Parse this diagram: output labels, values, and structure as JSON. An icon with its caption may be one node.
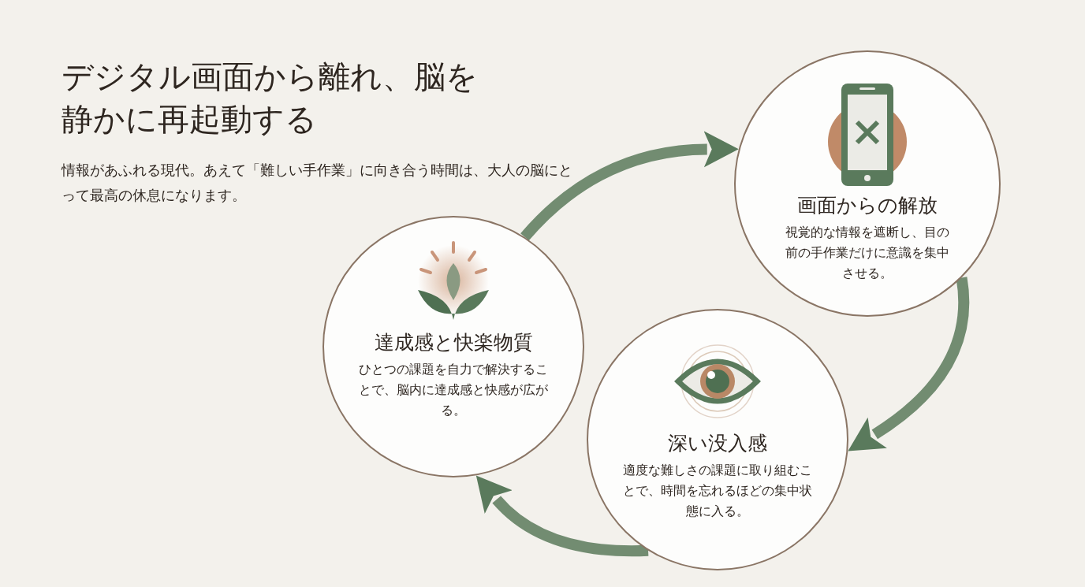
{
  "diagram": {
    "title": "デジタル画面から離れ、脳を静かに再起動する",
    "nodes": [
      {
        "text": [
          "画面からの解放",
          "視覚的な情報を遮断し、目の前の手作業だけに意識を集中させる。"
        ]
      },
      {
        "text": [
          "深い没入感",
          "適度な難しさの課題に取り組むことで、時間を忘れるほどの集中状態に入る。"
        ]
      },
      {
        "text": [
          "達成感と快楽物質",
          "ひとつの課題を自力で解決することで、脳内に達成感と快感が広がる。"
        ]
      }
    ],
    "edges": [
      {
        "from": 0,
        "to": 1,
        "arrow": "to"
      },
      {
        "from": 1,
        "to": 2,
        "arrow": "to"
      },
      {
        "from": 2,
        "to": 0,
        "arrow": "to"
      }
    ],
    "labels": [
      "情報があふれる現代。あえて「難しい手作業」に向き合う時間は、大人の脳にとって最高の休息になります。"
    ]
  }
}
